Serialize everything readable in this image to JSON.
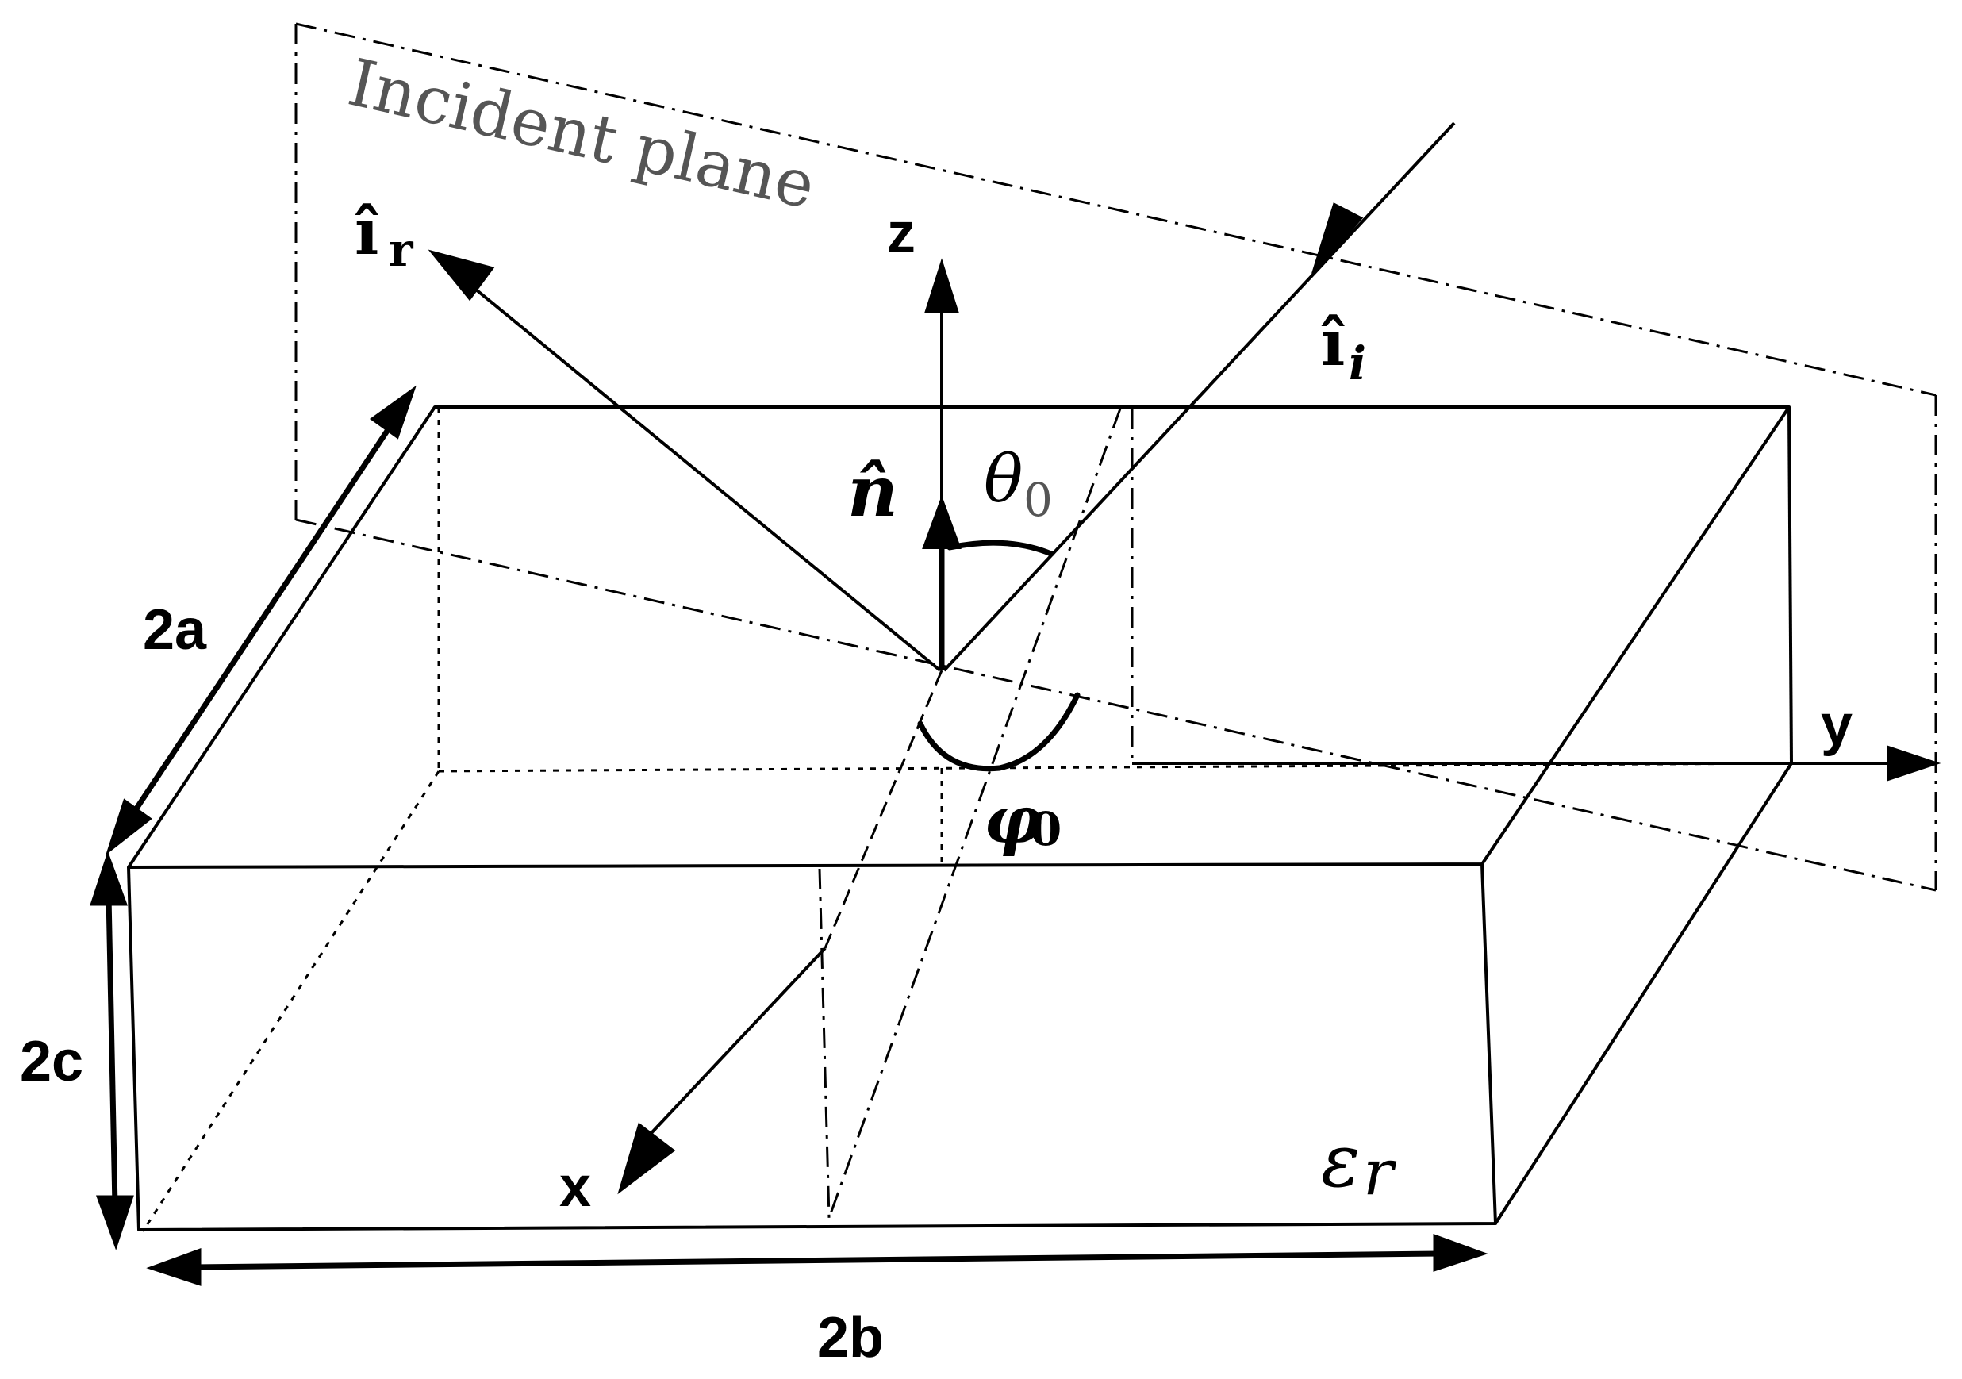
{
  "labels": {
    "incident_plane": "Incident plane",
    "z_axis": "z",
    "y_axis": "y",
    "x_axis": "x",
    "reflected_vector": "î",
    "reflected_sub": "r",
    "incident_vector": "î",
    "incident_sub": "i",
    "normal_vector": "n̂",
    "theta": "θ",
    "theta_sub": "0",
    "phi": "φ",
    "phi_sub": "0",
    "dim_a": "2a",
    "dim_b": "2b",
    "dim_c": "2c",
    "permittivity": "ε",
    "permittivity_sub": "r"
  },
  "colors": {
    "line": "#000000",
    "plane_label": "#555555"
  }
}
